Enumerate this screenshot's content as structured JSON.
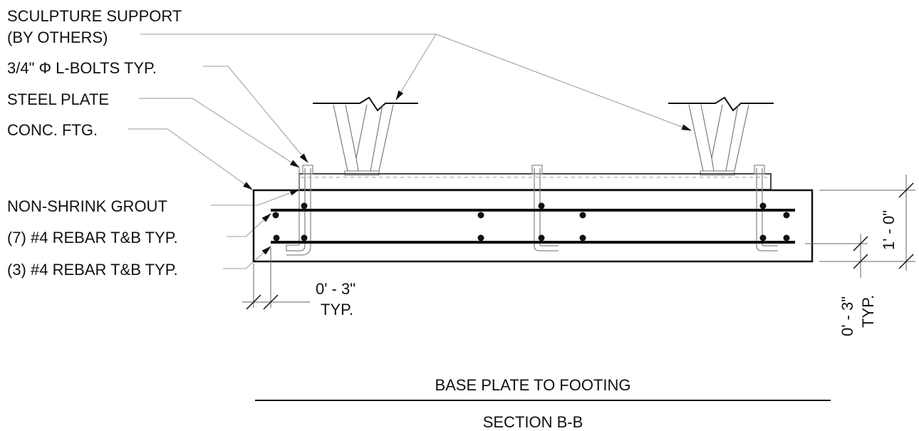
{
  "labels": {
    "sculpture_support_line1": "SCULPTURE SUPPORT",
    "sculpture_support_line2": "(BY OTHERS)",
    "l_bolts": "3/4\" Φ L-BOLTS TYP.",
    "steel_plate": "STEEL PLATE",
    "conc_ftg": "CONC. FTG.",
    "grout": "NON-SHRINK GROUT",
    "rebar_7": "(7) #4 REBAR T&B TYP.",
    "rebar_3": "(3) #4 REBAR T&B TYP."
  },
  "dimensions": {
    "bottom_cover_value": "0' - 3\"",
    "bottom_cover_note": "TYP.",
    "height_value": "1' - 0\"",
    "side_cover_value": "0' - 3\"",
    "side_cover_note": "TYP."
  },
  "titles": {
    "detail_title": "BASE PLATE TO FOOTING",
    "section_title": "SECTION B-B"
  }
}
